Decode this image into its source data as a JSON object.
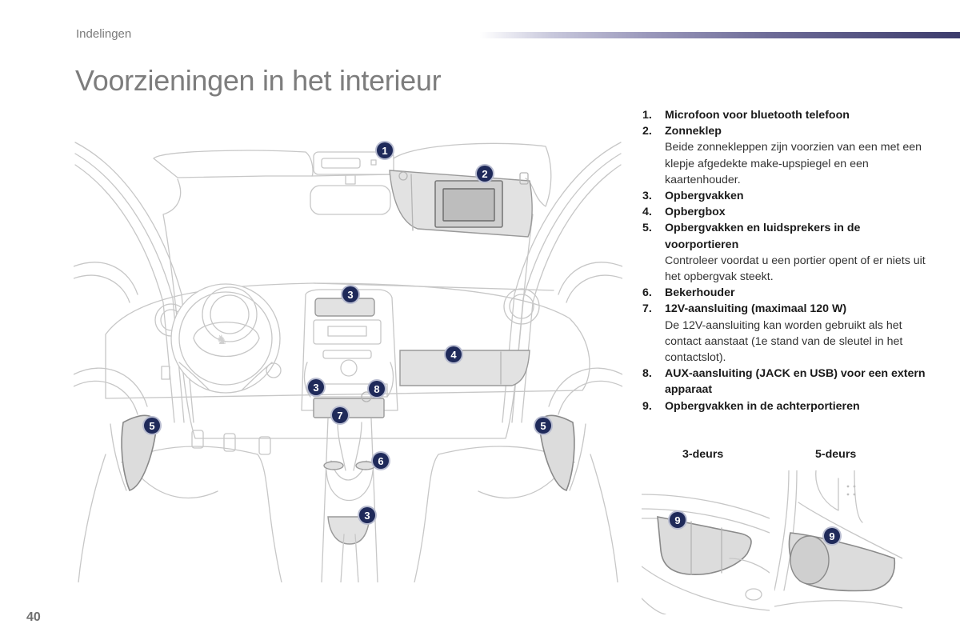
{
  "header": {
    "section": "Indelingen",
    "title": "Voorzieningen in het interieur",
    "accent_color": "#3c3c6c"
  },
  "page_number": "40",
  "callouts": {
    "n1": "1",
    "n2": "2",
    "n3a": "3",
    "n3b": "3",
    "n3c": "3",
    "n4": "4",
    "n5a": "5",
    "n5b": "5",
    "n6": "6",
    "n7": "7",
    "n8": "8",
    "n9a": "9",
    "n9b": "9",
    "badge_color": "#1f2a5a"
  },
  "legend": [
    {
      "num": "1.",
      "title": "Microfoon voor bluetooth telefoon",
      "desc": ""
    },
    {
      "num": "2.",
      "title": "Zonneklep",
      "desc": "Beide zonnekleppen zijn voorzien van een met een klepje afgedekte make-upspiegel en een kaartenhouder."
    },
    {
      "num": "3.",
      "title": "Opbergvakken",
      "desc": ""
    },
    {
      "num": "4.",
      "title": "Opbergbox",
      "desc": ""
    },
    {
      "num": "5.",
      "title": "Opbergvakken en luidsprekers in de voorportieren",
      "desc": "Controleer voordat u een portier opent of er niets uit het opbergvak steekt."
    },
    {
      "num": "6.",
      "title": "Bekerhouder",
      "desc": ""
    },
    {
      "num": "7.",
      "title": "12V-aansluiting (maximaal 120 W)",
      "desc": "De 12V-aansluiting kan worden gebruikt als het contact aanstaat (1e stand van de sleutel in het contactslot)."
    },
    {
      "num": "8.",
      "title": "AUX-aansluiting (JACK en USB) voor een extern apparaat",
      "desc": ""
    },
    {
      "num": "9.",
      "title": "Opbergvakken in de achterportieren",
      "desc": ""
    }
  ],
  "variants": {
    "three_door": "3-deurs",
    "five_door": "5-deurs"
  }
}
